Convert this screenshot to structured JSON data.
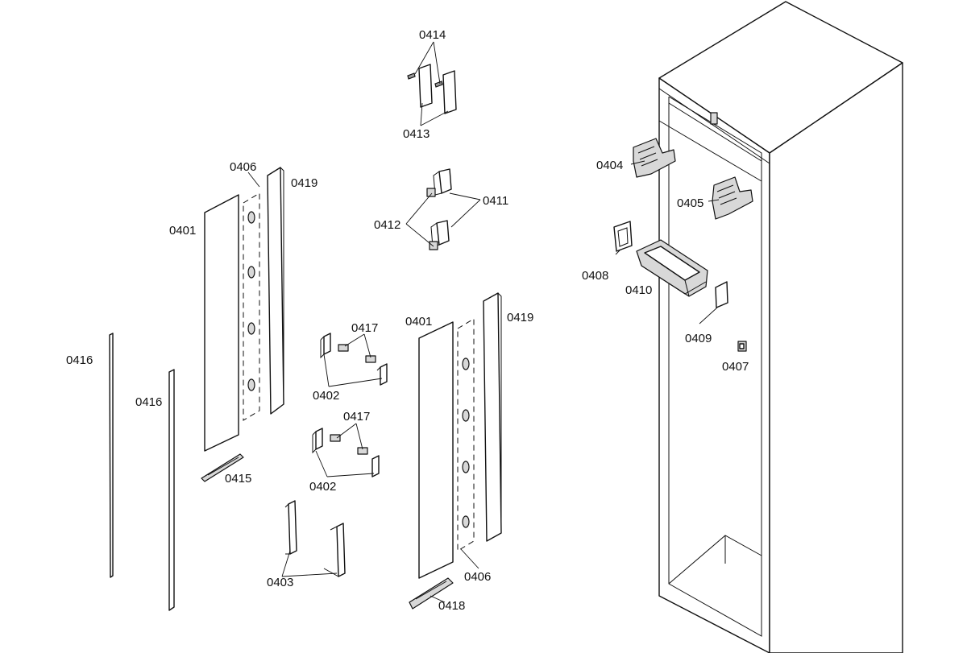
{
  "diagram": {
    "background": "#ffffff",
    "line_color": "#111111",
    "part_labels": [
      {
        "id": "p0414",
        "text": "0414"
      },
      {
        "id": "p0413",
        "text": "0413"
      },
      {
        "id": "p0406a",
        "text": "0406"
      },
      {
        "id": "p0419a",
        "text": "0419"
      },
      {
        "id": "p0401a",
        "text": "0401"
      },
      {
        "id": "p0411",
        "text": "0411"
      },
      {
        "id": "p0412",
        "text": "0412"
      },
      {
        "id": "p0404",
        "text": "0404"
      },
      {
        "id": "p0405",
        "text": "0405"
      },
      {
        "id": "p0408",
        "text": "0408"
      },
      {
        "id": "p0410",
        "text": "0410"
      },
      {
        "id": "p0409",
        "text": "0409"
      },
      {
        "id": "p0407",
        "text": "0407"
      },
      {
        "id": "p0401b",
        "text": "0401"
      },
      {
        "id": "p0419b",
        "text": "0419"
      },
      {
        "id": "p0417a",
        "text": "0417"
      },
      {
        "id": "p0402a",
        "text": "0402"
      },
      {
        "id": "p0417b",
        "text": "0417"
      },
      {
        "id": "p0402b",
        "text": "0402"
      },
      {
        "id": "p0416a",
        "text": "0416"
      },
      {
        "id": "p0416b",
        "text": "0416"
      },
      {
        "id": "p0415",
        "text": "0415"
      },
      {
        "id": "p0403",
        "text": "0403"
      },
      {
        "id": "p0406b",
        "text": "0406"
      },
      {
        "id": "p0418",
        "text": "0418"
      }
    ]
  }
}
